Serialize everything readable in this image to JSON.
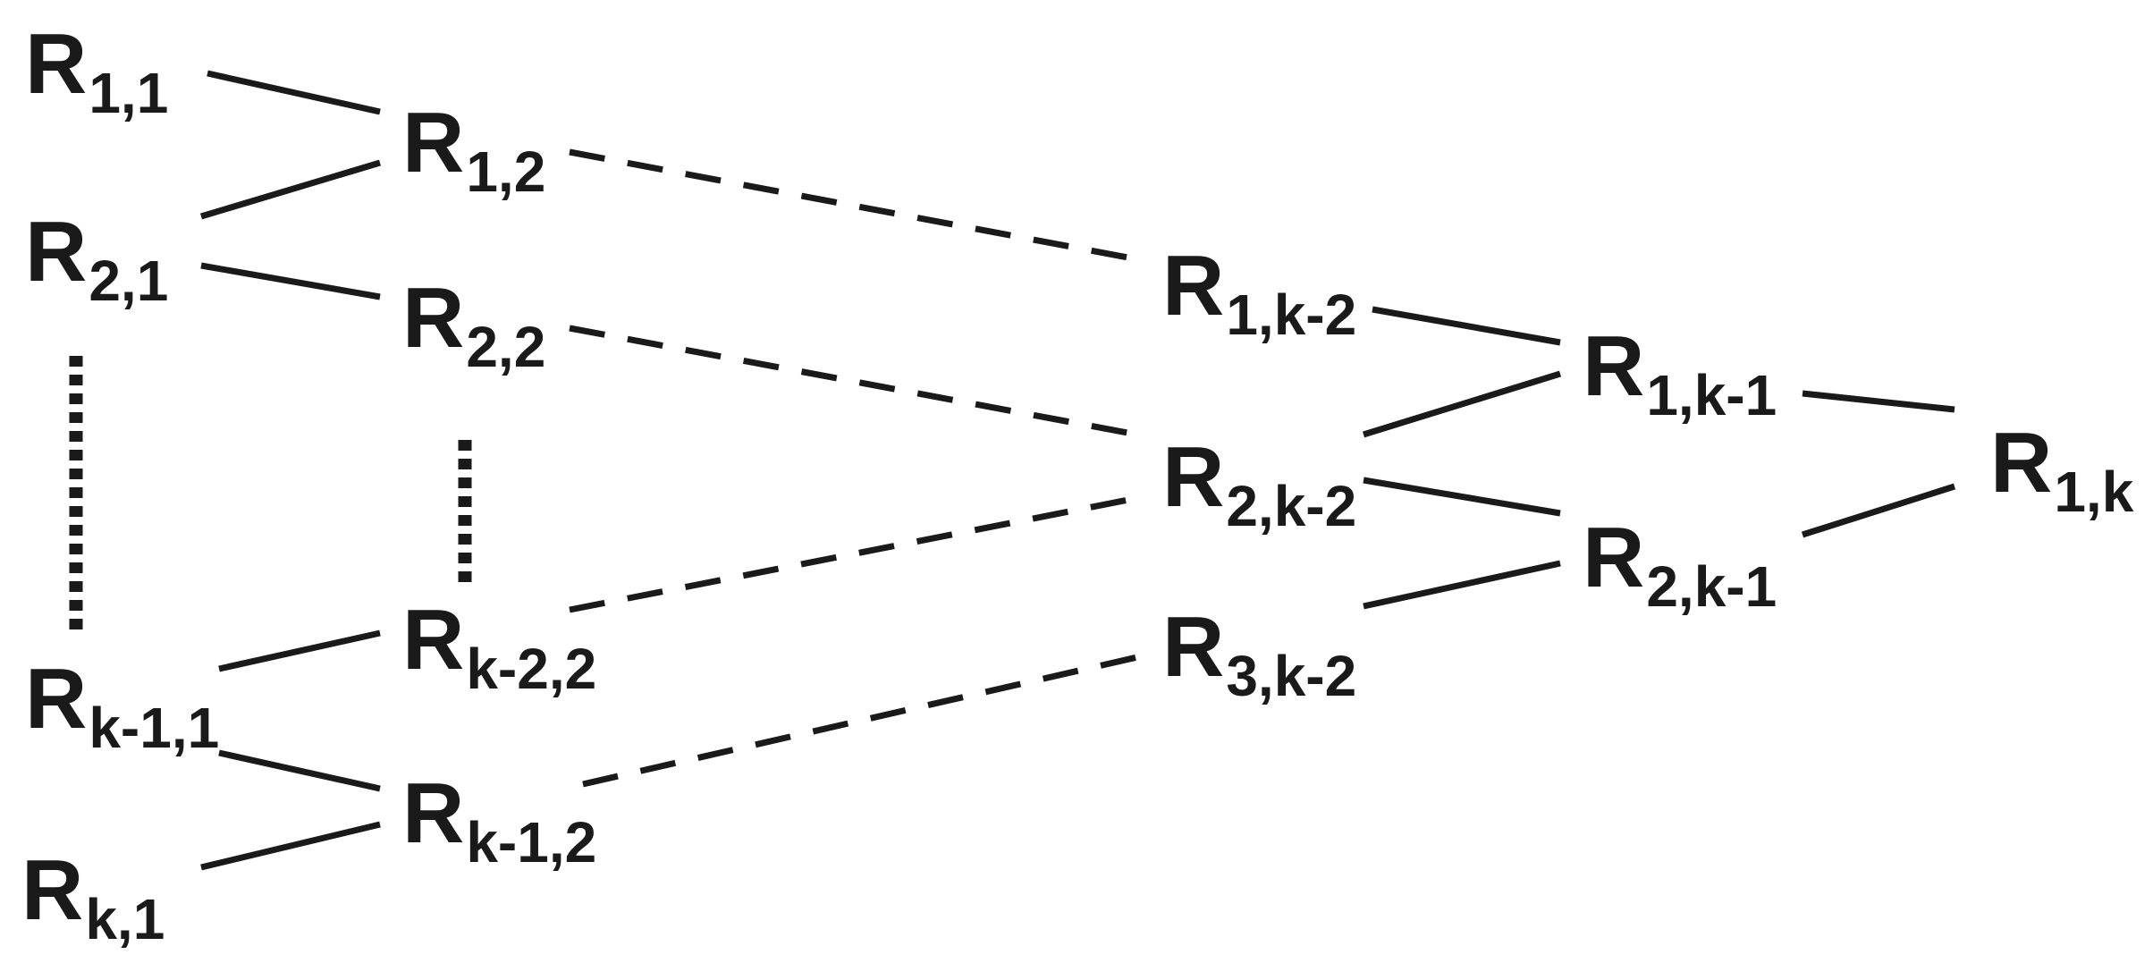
{
  "nodes": [
    {
      "id": "r11",
      "base": "R",
      "sub": "1,1"
    },
    {
      "id": "r21",
      "base": "R",
      "sub": "2,1"
    },
    {
      "id": "rk11",
      "base": "R",
      "sub": "k-1,1"
    },
    {
      "id": "rk1",
      "base": "R",
      "sub": "k,1"
    },
    {
      "id": "r12",
      "base": "R",
      "sub": "1,2"
    },
    {
      "id": "r22",
      "base": "R",
      "sub": "2,2"
    },
    {
      "id": "rk22",
      "base": "R",
      "sub": "k-2,2"
    },
    {
      "id": "rk12",
      "base": "R",
      "sub": "k-1,2"
    },
    {
      "id": "r1k2",
      "base": "R",
      "sub": "1,k-2"
    },
    {
      "id": "r2k2",
      "base": "R",
      "sub": "2,k-2"
    },
    {
      "id": "r3k2",
      "base": "R",
      "sub": "3,k-2"
    },
    {
      "id": "r1k1",
      "base": "R",
      "sub": "1,k-1"
    },
    {
      "id": "r2k1",
      "base": "R",
      "sub": "2,k-1"
    },
    {
      "id": "r1k",
      "base": "R",
      "sub": "1,k"
    }
  ],
  "edges": [
    {
      "from": "r11",
      "to": "r12",
      "style": "solid"
    },
    {
      "from": "r21",
      "to": "r12",
      "style": "solid"
    },
    {
      "from": "r21",
      "to": "r22",
      "style": "solid"
    },
    {
      "from": "rk11",
      "to": "rk22",
      "style": "solid"
    },
    {
      "from": "rk11",
      "to": "rk12",
      "style": "solid"
    },
    {
      "from": "rk1",
      "to": "rk12",
      "style": "solid"
    },
    {
      "from": "r12",
      "to": "r1k2",
      "style": "dashed"
    },
    {
      "from": "r22",
      "to": "r2k2",
      "style": "dashed"
    },
    {
      "from": "rk22",
      "to": "r2k2",
      "style": "dashed"
    },
    {
      "from": "rk12",
      "to": "r3k2",
      "style": "dashed"
    },
    {
      "from": "r1k2",
      "to": "r1k1",
      "style": "solid"
    },
    {
      "from": "r2k2",
      "to": "r1k1",
      "style": "solid"
    },
    {
      "from": "r2k2",
      "to": "r2k1",
      "style": "solid"
    },
    {
      "from": "r3k2",
      "to": "r2k1",
      "style": "solid"
    },
    {
      "from": "r1k1",
      "to": "r1k",
      "style": "solid"
    },
    {
      "from": "r2k1",
      "to": "r1k",
      "style": "solid"
    }
  ],
  "ellipses": [
    {
      "id": "column-1-ellipsis",
      "between": [
        "r21",
        "rk11"
      ]
    },
    {
      "id": "column-2-ellipsis",
      "between": [
        "r22",
        "rk22"
      ]
    }
  ]
}
